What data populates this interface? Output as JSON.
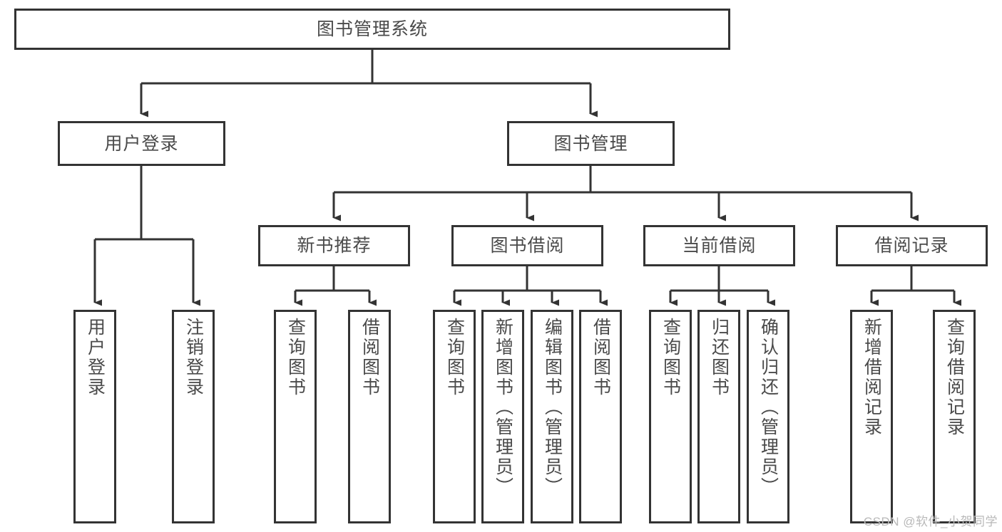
{
  "diagram": {
    "title": "图书管理系统",
    "type": "tree-hierarchy-diagram",
    "colors": {
      "box_border": "#333333",
      "box_fill": "#ffffff",
      "text": "#4a4a4a",
      "edge": "#333333",
      "watermark": "#b9b9b9",
      "background": "#ffffff"
    },
    "watermark": "CSDN @软件_小贺同学"
  },
  "nodes": {
    "root": {
      "label": "图书管理系统"
    },
    "level2": [
      {
        "id": "user-login",
        "label": "用户登录"
      },
      {
        "id": "book-manage",
        "label": "图书管理"
      }
    ],
    "level3": [
      {
        "id": "new-book-recommend",
        "label": "新书推荐"
      },
      {
        "id": "book-borrow",
        "label": "图书借阅"
      },
      {
        "id": "current-borrow",
        "label": "当前借阅"
      },
      {
        "id": "borrow-record",
        "label": "借阅记录"
      }
    ],
    "leaves": {
      "user_login": [
        {
          "id": "leaf-user-login",
          "label": "用户登录"
        },
        {
          "id": "leaf-logout",
          "label": "注销登录"
        }
      ],
      "new_book_recommend": [
        {
          "id": "leaf-query-book-1",
          "label": "查询图书"
        },
        {
          "id": "leaf-borrow-book-1",
          "label": "借阅图书"
        }
      ],
      "book_borrow": [
        {
          "id": "leaf-query-book-2",
          "label": "查询图书"
        },
        {
          "id": "leaf-add-book",
          "label": "新增图书（管理员）"
        },
        {
          "id": "leaf-edit-book",
          "label": "编辑图书（管理员）"
        },
        {
          "id": "leaf-borrow-book-2",
          "label": "借阅图书"
        }
      ],
      "current_borrow": [
        {
          "id": "leaf-query-book-3",
          "label": "查询图书"
        },
        {
          "id": "leaf-return-book",
          "label": "归还图书"
        },
        {
          "id": "leaf-confirm-return",
          "label": "确认归还（管理员）"
        }
      ],
      "borrow_record": [
        {
          "id": "leaf-add-record",
          "label": "新增借阅记录"
        },
        {
          "id": "leaf-query-record",
          "label": "查询借阅记录"
        }
      ]
    }
  }
}
